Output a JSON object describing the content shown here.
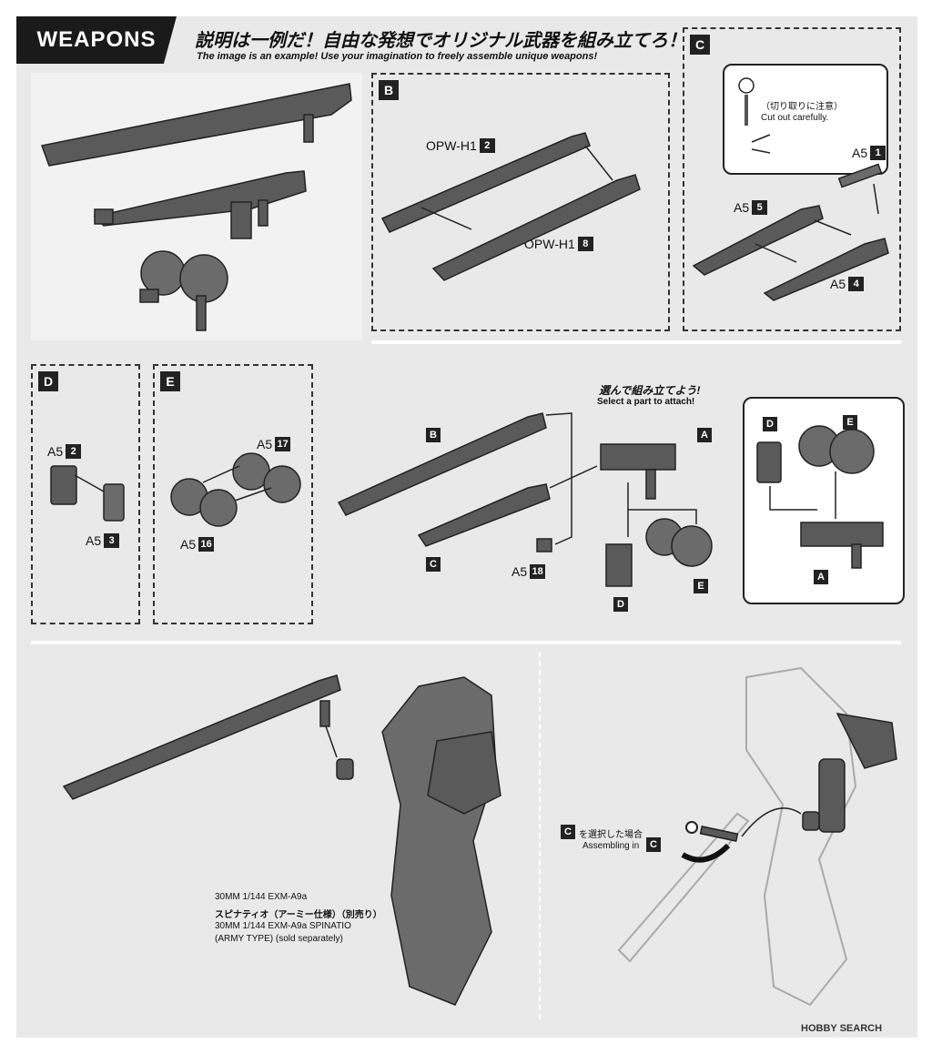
{
  "header": {
    "section_title": "WEAPONS",
    "jp_title": "説明は一例だ！自由な発想でオリジナル武器を組み立てろ！",
    "en_subtitle": "The image is an example! Use your imagination to freely assemble unique weapons!"
  },
  "panel_b": {
    "letter": "B",
    "part_top": {
      "name": "OPW-H1",
      "num": "2"
    },
    "part_bottom": {
      "name": "OPW-H1",
      "num": "8"
    }
  },
  "panel_c": {
    "letter": "C",
    "note_jp": "（切り取りに注意）",
    "note_en": "Cut out carefully.",
    "parts": [
      {
        "name": "A5",
        "num": "1"
      },
      {
        "name": "A5",
        "num": "5"
      },
      {
        "name": "A5",
        "num": "4"
      }
    ]
  },
  "panel_d": {
    "letter": "D",
    "parts": [
      {
        "name": "A5",
        "num": "2"
      },
      {
        "name": "A5",
        "num": "3"
      }
    ]
  },
  "panel_e": {
    "letter": "E",
    "parts": [
      {
        "name": "A5",
        "num": "17"
      },
      {
        "name": "A5",
        "num": "16"
      }
    ]
  },
  "combine": {
    "jp": "選んで組み立てよう!",
    "en": "Select a part to attach!",
    "letters": {
      "b": "B",
      "c": "C",
      "a": "A",
      "d": "D",
      "e": "E"
    },
    "part": {
      "name": "A5",
      "num": "18"
    },
    "callout_letters": {
      "d": "D",
      "e": "E",
      "a": "A"
    }
  },
  "bottom": {
    "product_jp_line1": "30MM 1/144 EXM-A9a",
    "product_jp_line2": "スピナティオ（アーミー仕様）（別売り）",
    "product_en_line1": "30MM 1/144 EXM-A9a SPINATIO",
    "product_en_line2": "(ARMY TYPE) (sold separately)",
    "c_letter": "C",
    "c_jp": "を選択した場合",
    "c_en": "Assembling in",
    "c_letter2": "C"
  },
  "watermark": "HOBBY SEARCH"
}
